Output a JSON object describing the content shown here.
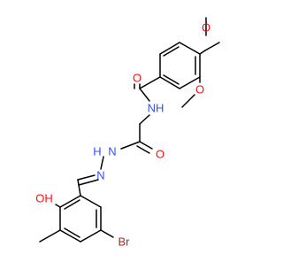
{
  "molecule": {
    "atoms": {
      "o_methoxy_top": "O",
      "o_methoxy_right": "O",
      "o_amide": "O",
      "n_amide": "NH",
      "o_hydrazide": "O",
      "n_hydrazide": "N",
      "h_hydrazide": "H",
      "n_imine": "N",
      "o_hydroxy": "OH",
      "br": "Br"
    },
    "colors": {
      "bond": "#000000",
      "oxygen": "#ff0d0d",
      "nitrogen": "#3050f8",
      "bromine": "#a62929"
    }
  }
}
